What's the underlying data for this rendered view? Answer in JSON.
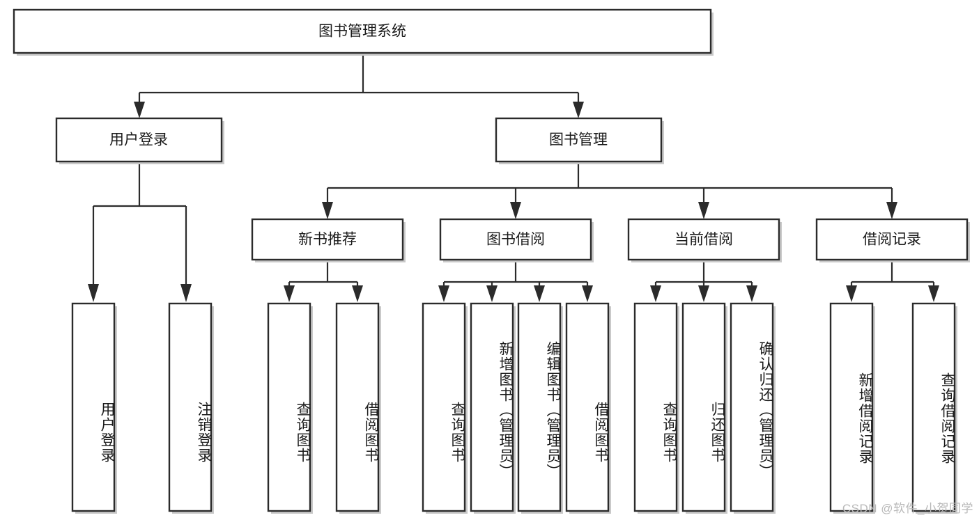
{
  "diagram": {
    "type": "tree-hierarchy-flowchart",
    "title": "图书管理系统",
    "watermark": "CSDN @软件_小贺同学",
    "colors": {
      "stroke": "#2b2b2b",
      "box_fill": "#ffffff",
      "shadow": "#c9c9c9",
      "text": "#1a1a1a",
      "watermark": "#b9b9b9",
      "background": "#ffffff"
    },
    "root": {
      "label": "图书管理系统",
      "orientation": "horizontal"
    },
    "level2": [
      {
        "id": "user-login",
        "label": "用户登录",
        "orientation": "horizontal"
      },
      {
        "id": "book-manage",
        "label": "图书管理",
        "orientation": "horizontal"
      }
    ],
    "level3": [
      {
        "id": "new-book-rec",
        "label": "新书推荐",
        "orientation": "horizontal",
        "parent": "book-manage"
      },
      {
        "id": "book-borrow",
        "label": "图书借阅",
        "orientation": "horizontal",
        "parent": "book-manage"
      },
      {
        "id": "current-borrow",
        "label": "当前借阅",
        "orientation": "horizontal",
        "parent": "book-manage"
      },
      {
        "id": "borrow-record",
        "label": "借阅记录",
        "orientation": "horizontal",
        "parent": "book-manage"
      }
    ],
    "leaves": [
      {
        "id": "leaf-user-login",
        "label": "用户登录",
        "orientation": "vertical",
        "parent": "user-login"
      },
      {
        "id": "leaf-user-logout",
        "label": "注销登录",
        "orientation": "vertical",
        "parent": "user-login"
      },
      {
        "id": "leaf-query-book-1",
        "label": "查询图书",
        "orientation": "vertical",
        "parent": "new-book-rec"
      },
      {
        "id": "leaf-borrow-book-1",
        "label": "借阅图书",
        "orientation": "vertical",
        "parent": "new-book-rec"
      },
      {
        "id": "leaf-query-book-2",
        "label": "查询图书",
        "orientation": "vertical",
        "parent": "book-borrow"
      },
      {
        "id": "leaf-add-book",
        "label": "新增图书（管理员）",
        "orientation": "vertical",
        "parent": "book-borrow"
      },
      {
        "id": "leaf-edit-book",
        "label": "编辑图书（管理员）",
        "orientation": "vertical",
        "parent": "book-borrow"
      },
      {
        "id": "leaf-borrow-book-2",
        "label": "借阅图书",
        "orientation": "vertical",
        "parent": "book-borrow"
      },
      {
        "id": "leaf-query-book-3",
        "label": "查询图书",
        "orientation": "vertical",
        "parent": "current-borrow"
      },
      {
        "id": "leaf-return-book",
        "label": "归还图书",
        "orientation": "vertical",
        "parent": "current-borrow"
      },
      {
        "id": "leaf-confirm-return",
        "label": "确认归还（管理员）",
        "orientation": "vertical",
        "parent": "current-borrow"
      },
      {
        "id": "leaf-add-record",
        "label": "新增借阅记录",
        "orientation": "vertical",
        "parent": "borrow-record"
      },
      {
        "id": "leaf-query-record",
        "label": "查询借阅记录",
        "orientation": "vertical",
        "parent": "borrow-record"
      }
    ]
  }
}
